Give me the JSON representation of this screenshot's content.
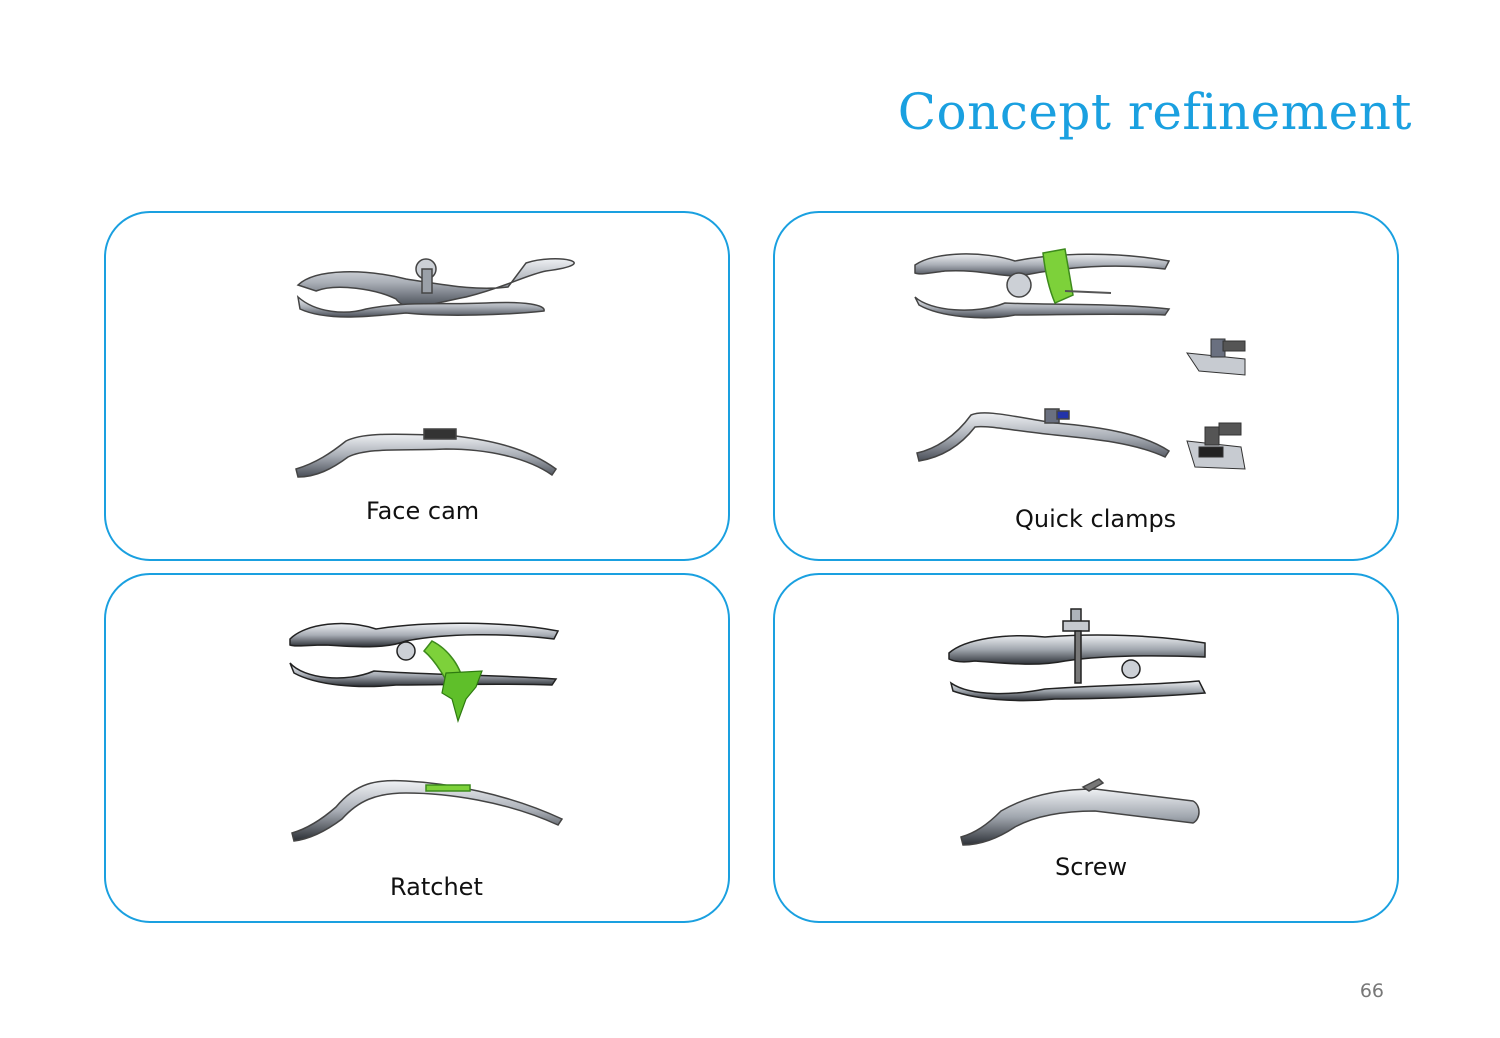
{
  "slide": {
    "title": "Concept refinement",
    "page_number": "66"
  },
  "concepts": [
    {
      "caption": "Face cam"
    },
    {
      "caption": "Quick clamps"
    },
    {
      "caption": "Ratchet"
    },
    {
      "caption": "Screw"
    }
  ],
  "colors": {
    "accent": "#1aa0e0",
    "highlight_green": "#7dd13a",
    "metal": "#b8bcc4"
  }
}
